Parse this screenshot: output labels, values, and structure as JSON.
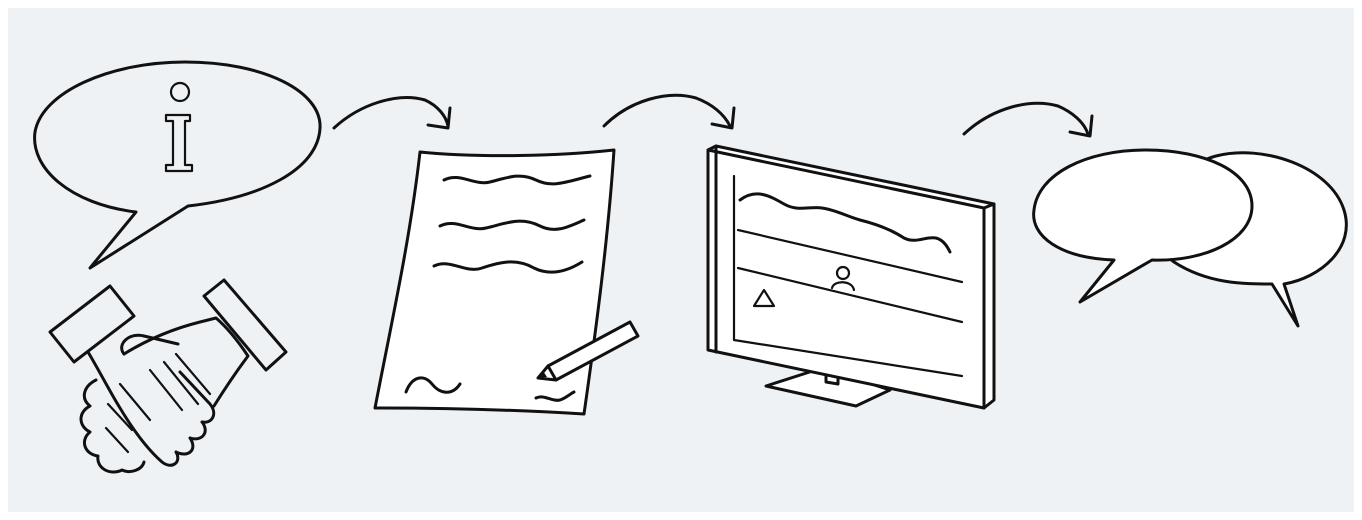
{
  "diagram": {
    "steps": [
      {
        "id": "info-agreement",
        "icons": [
          "info-speech-bubble-icon",
          "handshake-icon"
        ]
      },
      {
        "id": "signed-document",
        "icons": [
          "document-icon",
          "pen-icon"
        ]
      },
      {
        "id": "monitor-display",
        "icons": [
          "monitor-icon",
          "person-icon",
          "triangle-icon"
        ]
      },
      {
        "id": "conversation",
        "icons": [
          "conversation-bubbles-icon"
        ]
      }
    ],
    "connectors": 3,
    "colors": {
      "background": "#eff2f5",
      "ink": "#111111",
      "paper": "#ffffff"
    }
  }
}
